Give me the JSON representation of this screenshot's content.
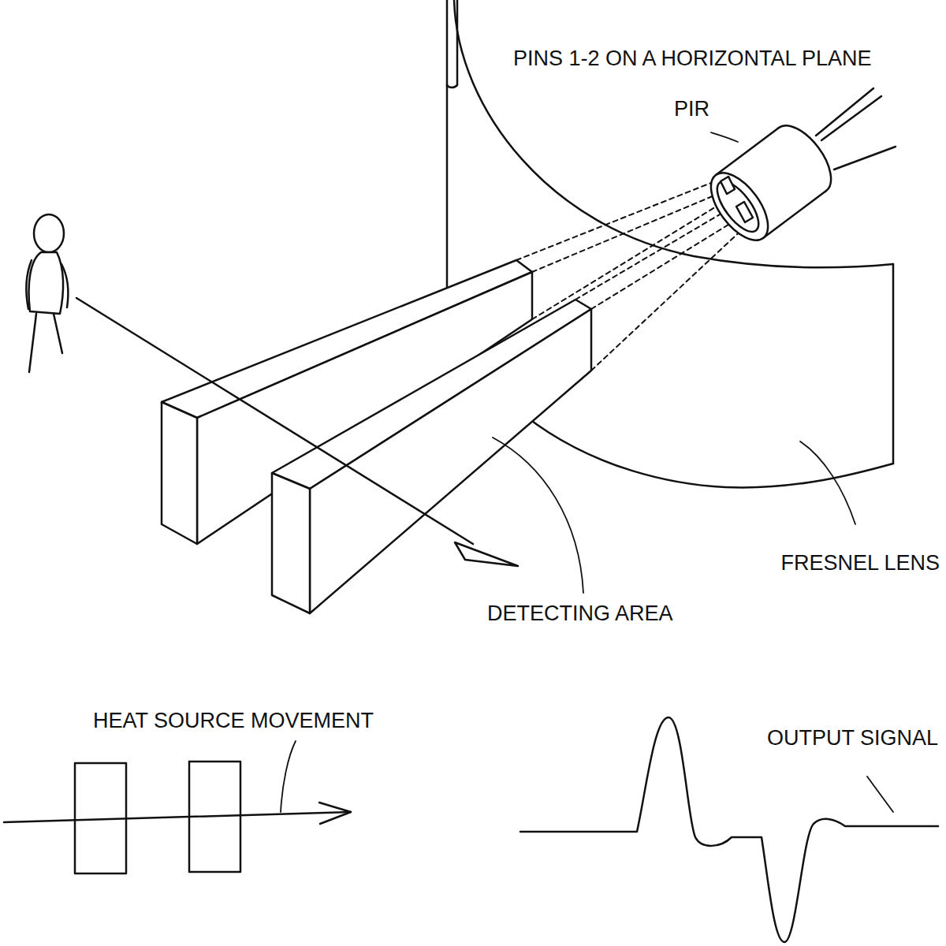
{
  "diagram": {
    "labels": [
      "PINS 1-2 ON A HORIZONTAL PLANE",
      "PIR",
      "FRESNEL LENS",
      "DETECTING AREA",
      "HEAT SOURCE MOVEMENT",
      "OUTPUT SIGNAL"
    ]
  }
}
